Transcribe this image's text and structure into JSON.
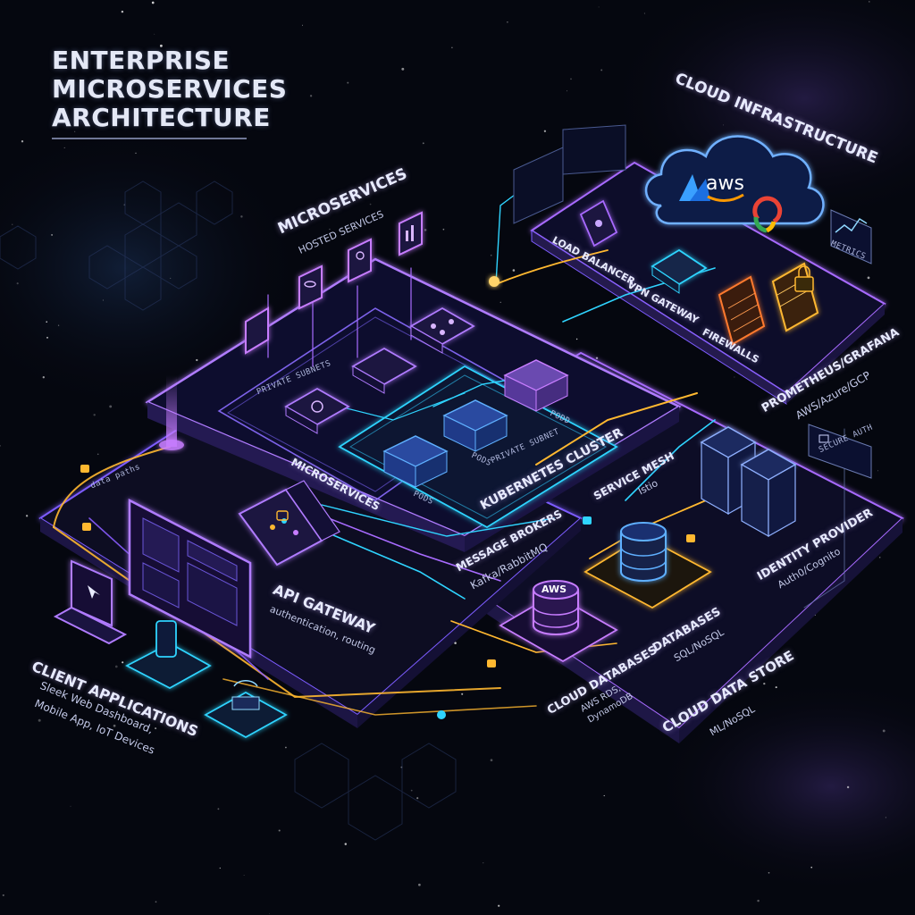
{
  "title": {
    "line1": "ENTERPRISE",
    "line2": "MICROSERVICES",
    "line3": "ARCHITECTURE"
  },
  "zones": {
    "cloud_infrastructure": "CLOUD INFRASTRUCTURE",
    "microservices_header": "MICROSERVICES",
    "hosted_services": "HOSTED SERVICES",
    "private_subnets": "PRIVATE SUBNETS",
    "private_subnet": "PRIVATE SUBNET",
    "microservices_lower": "MICROSERVICES",
    "kubernetes_cluster": "KUBERNETES CLUSTER",
    "service_mesh": "SERVICE MESH",
    "istio": "Istio"
  },
  "pods": {
    "pod_a": "PODS",
    "pod_b": "PODS",
    "pod_c": "PODD"
  },
  "infra": {
    "load_balancer": "LOAD BALANCER",
    "vpn_gateway": "VPN GATEWAY",
    "firewalls": "FIREWALLS",
    "metrics": "METRICS",
    "prometheus": "PROMETHEUS/GRAFANA",
    "clouds": "AWS/Azure/GCP",
    "aws_logo": "aws"
  },
  "identity": {
    "secure_auth": "SECURE AUTH",
    "provider": "IDENTITY PROVIDER",
    "providers": "Auth0/Cognito"
  },
  "messaging": {
    "title": "MESSAGE BROKERS",
    "sub": "Kafka/RabbitMQ"
  },
  "gateway": {
    "title": "API GATEWAY",
    "sub": "authentication, routing",
    "data_paths": "data paths"
  },
  "databases": {
    "title": "DATABASES",
    "sub": "SQL/NoSQL"
  },
  "cloud_databases": {
    "title": "CLOUD DATABASES",
    "sub1": "AWS RDS,",
    "sub2": "DynamoDB",
    "aws_badge": "AWS"
  },
  "cloud_store": {
    "title": "CLOUD DATA STORE",
    "sub": "ML/NoSQL"
  },
  "clients": {
    "title": "CLIENT APPLICATIONS",
    "sub1": "Sleek Web Dashboard,",
    "sub2": "Mobile App, IoT Devices"
  },
  "colors": {
    "background": "#05070f",
    "purple": "#a86bff",
    "violet": "#7d5cff",
    "cyan": "#2fd4ff",
    "amber": "#ffb830",
    "orange": "#ff7a2e"
  }
}
